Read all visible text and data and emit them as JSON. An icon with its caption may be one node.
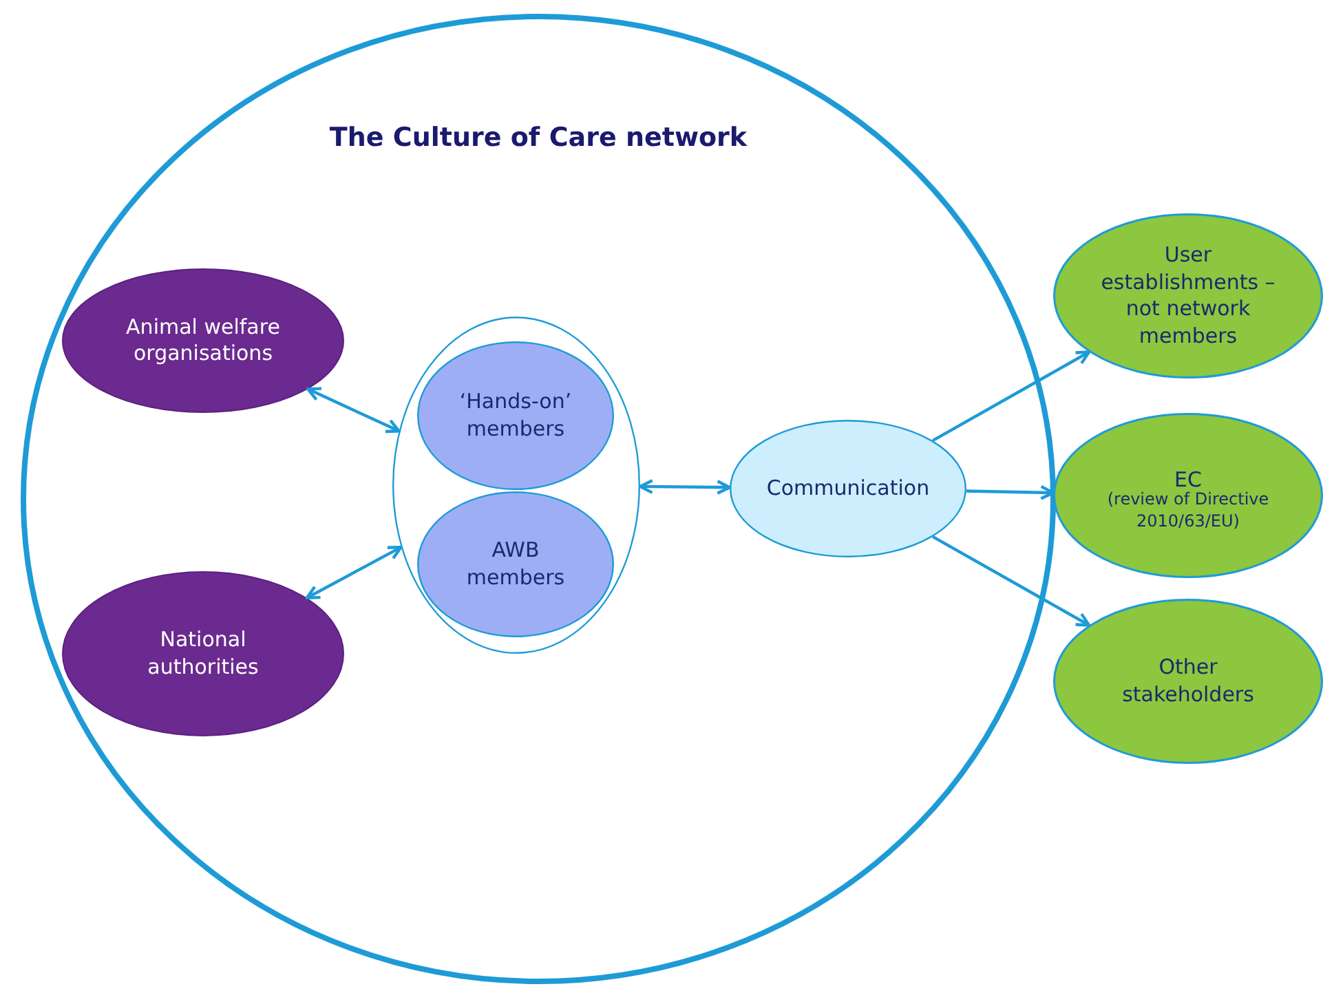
{
  "diagram": {
    "nodes": [
      {
        "text": [
          "The Culture of Care network"
        ]
      },
      {
        "text": [
          "Animal welfare organisations"
        ],
        "in": 0
      },
      {
        "text": [
          "National authorities"
        ],
        "in": 0
      },
      {
        "text": [],
        "shape": "circle",
        "in": 0
      },
      {
        "text": [
          "‘Hands-on’ members"
        ],
        "in": 3
      },
      {
        "text": [
          "AWB members"
        ],
        "in": 3
      },
      {
        "text": [
          "Communication"
        ],
        "in": 0
      },
      {
        "text": [
          "User establishments – not network members"
        ]
      },
      {
        "text": [
          "EC",
          "(review of Directive 2010/63/EU)"
        ]
      },
      {
        "text": [
          "Other stakeholders"
        ]
      }
    ],
    "edges": [
      {
        "from": 1,
        "to": 3,
        "arrow": "both"
      },
      {
        "from": 2,
        "to": 3,
        "arrow": "both"
      },
      {
        "from": 3,
        "to": 6,
        "arrow": "both"
      },
      {
        "from": 6,
        "to": 7,
        "arrow": "to"
      },
      {
        "from": 6,
        "to": 8,
        "arrow": "to"
      },
      {
        "from": 6,
        "to": 9,
        "arrow": "to"
      }
    ]
  }
}
